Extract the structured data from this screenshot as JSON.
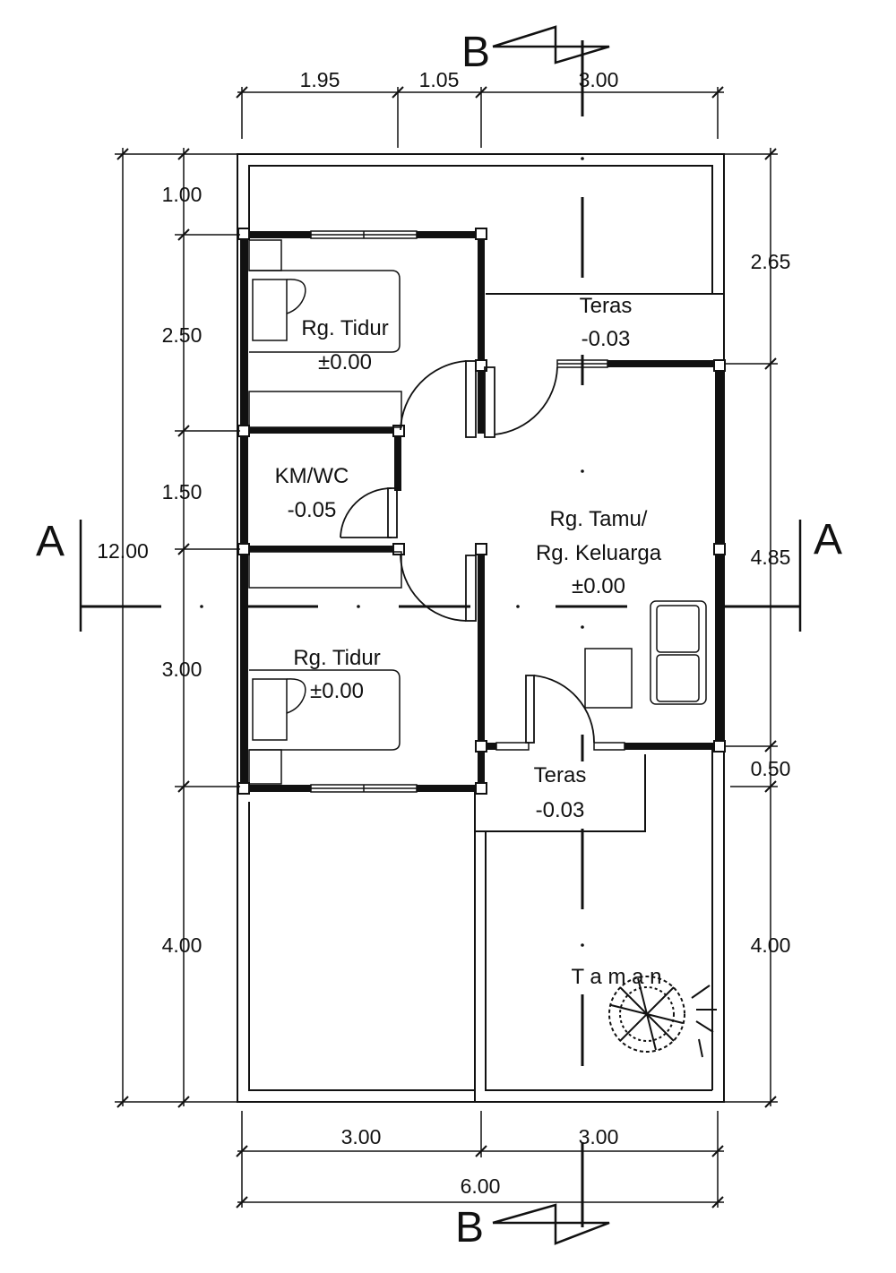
{
  "section_markers": {
    "a": "A",
    "b": "B"
  },
  "rooms": {
    "bedroom_top": {
      "name": "Rg. Tidur",
      "level": "±0.00"
    },
    "bathroom": {
      "name": "KM/WC",
      "level": "-0.05"
    },
    "bedroom_bottom": {
      "name": "Rg. Tidur",
      "level": "±0.00"
    },
    "living": {
      "name_line1": "Rg. Tamu/",
      "name_line2": "Rg. Keluarga",
      "level": "±0.00"
    },
    "terrace_top": {
      "name": "Teras",
      "level": "-0.03"
    },
    "terrace_bottom": {
      "name": "Teras",
      "level": "-0.03"
    },
    "garden": {
      "name": "T a m a n"
    }
  },
  "dimensions": {
    "top": [
      "1.95",
      "1.05",
      "3.00"
    ],
    "left": [
      "1.00",
      "2.50",
      "1.50",
      "3.00",
      "4.00"
    ],
    "left_total": "12.00",
    "right": [
      "2.65",
      "4.85",
      "0.50",
      "4.00"
    ],
    "bottom": [
      "3.00",
      "3.00"
    ],
    "bottom_total": "6.00"
  }
}
